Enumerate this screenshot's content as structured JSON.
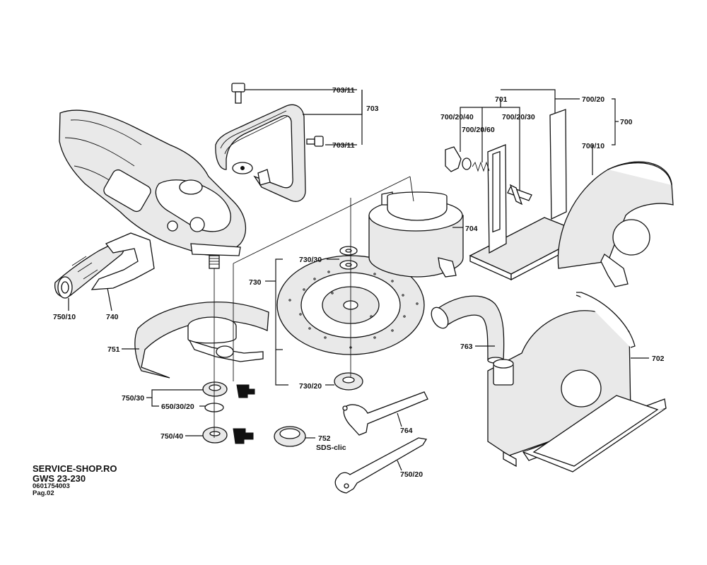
{
  "labels": {
    "p703_11a": "703/11",
    "p703": "703",
    "p703_11b": "703/11",
    "p701": "701",
    "p700_20": "700/20",
    "p700": "700",
    "p700_20_40": "700/20/40",
    "p700_20_30": "700/20/30",
    "p700_20_60": "700/20/60",
    "p700_10": "700/10",
    "p704": "704",
    "p730_30": "730/30",
    "p730": "730",
    "p750_10": "750/10",
    "p740": "740",
    "p751": "751",
    "p763": "763",
    "p702": "702",
    "p730_20": "730/20",
    "p750_30": "750/30",
    "p650_30_20": "650/30/20",
    "p764": "764",
    "p750_40": "750/40",
    "p752": "752",
    "sds_clic": "SDS-clic",
    "p750_20": "750/20"
  },
  "footer": {
    "shop": "SERVICE-SHOP.RO",
    "model": "GWS 23-230",
    "code": "0601754003",
    "page": "Pag.02"
  }
}
